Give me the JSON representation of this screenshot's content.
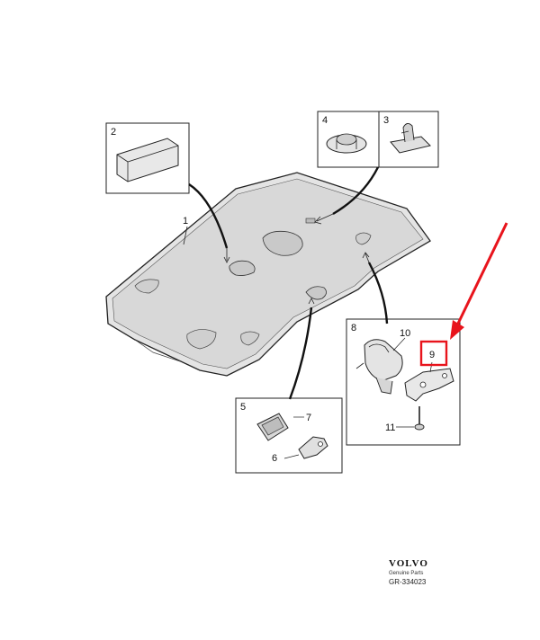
{
  "callouts": {
    "c1": "1",
    "c2": "2",
    "c3": "3",
    "c4": "4",
    "c5": "5",
    "c6": "6",
    "c7": "7",
    "c8": "8",
    "c9": "9",
    "c10": "10",
    "c11": "11"
  },
  "brand": {
    "name": "VOLVO",
    "sub": "Genuine Parts",
    "code": "GR-334023"
  },
  "colors": {
    "highlight": "#e8141c",
    "line": "#222222",
    "part_fill": "#e4e4e4",
    "part_shade": "#c9c9c9"
  },
  "icons": {
    "arrow": "red-arrow-icon"
  }
}
